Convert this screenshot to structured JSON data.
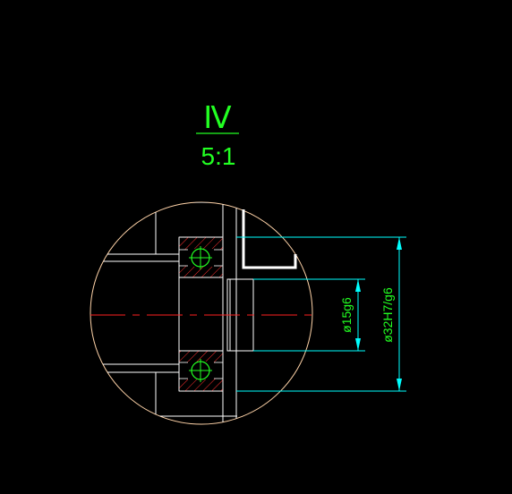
{
  "detail": {
    "label": "Ⅳ",
    "scale": "5:1"
  },
  "dimensions": {
    "shaft_fit": "ø15g6",
    "housing_fit": "ø32H7/g6"
  },
  "colors": {
    "background": "#000000",
    "outline": "#ffffff",
    "circle": "#ffd3a8",
    "centerline": "#ff2020",
    "dimension": "#00ffff",
    "text": "#22ff22",
    "hatch": "#ff3030",
    "ball": "#22ff22"
  }
}
